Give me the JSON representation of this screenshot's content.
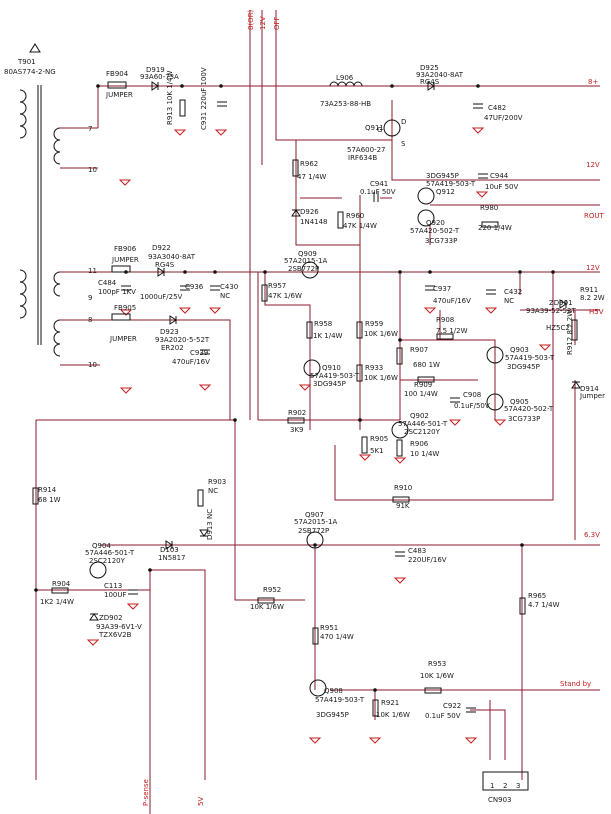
{
  "transformer": {
    "ref": "T901",
    "part": "80AS774-2-NG",
    "warning_symbol": "warning-triangle-icon",
    "pins": [
      "7",
      "10",
      "11",
      "9",
      "8",
      "10"
    ]
  },
  "rail_labels_top": [
    "8(OR)",
    "12V",
    "OFF"
  ],
  "rail_labels_right": [
    "8+",
    "12V",
    "ROUT",
    "12V",
    "H5V",
    "6.3V",
    "Stand by"
  ],
  "rail_labels_bottom": [
    "P-sense",
    "5V"
  ],
  "connector": {
    "ref": "CN903",
    "pins": [
      "1",
      "2",
      "3"
    ]
  },
  "components": [
    {
      "ref": "FB904",
      "value": "JUMPER"
    },
    {
      "ref": "D919",
      "value": "93A60-73A"
    },
    {
      "ref": "R913",
      "value": "10K 1/4W"
    },
    {
      "ref": "C931",
      "value": "220uF 100V"
    },
    {
      "ref": "L906",
      "value": "73A253-88-HB"
    },
    {
      "ref": "D925",
      "value": "93A2040-8AT",
      "note": "RG4S"
    },
    {
      "ref": "C482",
      "value": "47UF/200V"
    },
    {
      "ref": "Q911",
      "value": "57A600-27",
      "note": "IRF634B",
      "pins": [
        "G",
        "D",
        "S"
      ]
    },
    {
      "ref": "R962",
      "value": "47 1/4W"
    },
    {
      "ref": "C941",
      "value": "0.1uF 50V"
    },
    {
      "ref": "Q912",
      "value": "57A419-503-T",
      "note": "3DG945P"
    },
    {
      "ref": "C944",
      "value": "10uF 50V"
    },
    {
      "ref": "D926",
      "value": "1N4148"
    },
    {
      "ref": "R960",
      "value": "47K 1/4W"
    },
    {
      "ref": "Q920",
      "value": "57A420-502-T",
      "note": "3CG733P"
    },
    {
      "ref": "R980",
      "value": "220 1/4W"
    },
    {
      "ref": "FB906",
      "value": "JUMPER"
    },
    {
      "ref": "D922",
      "value": "93A3040-8AT",
      "note": "RG4S"
    },
    {
      "ref": "C484",
      "value": "100pF 1KV"
    },
    {
      "ref": "C936",
      "value": "1000uF/25V"
    },
    {
      "ref": "C430",
      "value": "NC"
    },
    {
      "ref": "Q909",
      "value": "57A2015-1A",
      "note": "2SB772P"
    },
    {
      "ref": "C937",
      "value": "470uF/16V"
    },
    {
      "ref": "C432",
      "value": "NC"
    },
    {
      "ref": "ZD901",
      "value": "93A39-52-52T",
      "note": "HZ5C2"
    },
    {
      "ref": "R911",
      "value": "8.2 2W"
    },
    {
      "ref": "R912",
      "value": "8.2 2W"
    },
    {
      "ref": "FB905",
      "value": "JUMPER"
    },
    {
      "ref": "D923",
      "value": "93A2020-5-52T",
      "note": "ER202"
    },
    {
      "ref": "C939",
      "value": "470uF/16V"
    },
    {
      "ref": "R957",
      "value": "47K 1/6W"
    },
    {
      "ref": "R958",
      "value": "1K 1/4W"
    },
    {
      "ref": "R959",
      "value": "10K 1/6W"
    },
    {
      "ref": "R908",
      "value": "7.5 1/2W"
    },
    {
      "ref": "Q903",
      "value": "57A419-503-T",
      "note": "3DG945P"
    },
    {
      "ref": "D914",
      "value": "Jumper"
    },
    {
      "ref": "R907",
      "value": "680 1W"
    },
    {
      "ref": "Q910",
      "value": "57A419-503-T",
      "note": "3DG945P"
    },
    {
      "ref": "R933",
      "value": "10K 1/6W"
    },
    {
      "ref": "R909",
      "value": "100 1/4W"
    },
    {
      "ref": "C908",
      "value": "0.1uF/50V"
    },
    {
      "ref": "Q905",
      "value": "57A420-502-T",
      "note": "3CG733P"
    },
    {
      "ref": "R902",
      "value": "3K9"
    },
    {
      "ref": "Q902",
      "value": "57A446-501-T",
      "note": "2SC2120Y"
    },
    {
      "ref": "R905",
      "value": "5K1"
    },
    {
      "ref": "R906",
      "value": "10 1/4W"
    },
    {
      "ref": "R914",
      "value": "68 1W"
    },
    {
      "ref": "R903",
      "value": "NC"
    },
    {
      "ref": "R910",
      "value": "91K"
    },
    {
      "ref": "Q907",
      "value": "57A2015-1A",
      "note": "2SB772P"
    },
    {
      "ref": "D913",
      "value": "NC"
    },
    {
      "ref": "C483",
      "value": "220UF/16V"
    },
    {
      "ref": "Q904",
      "value": "57A446-501-T",
      "note": "2SC2120Y"
    },
    {
      "ref": "D103",
      "value": "1N5817"
    },
    {
      "ref": "R904",
      "value": "1K2 1/4W"
    },
    {
      "ref": "C113",
      "value": "100UF"
    },
    {
      "ref": "ZD902",
      "value": "93A39-6V1-V",
      "note": "TZX6V2B"
    },
    {
      "ref": "R952",
      "value": "10K 1/6W"
    },
    {
      "ref": "R965",
      "value": "4.7 1/4W"
    },
    {
      "ref": "R951",
      "value": "470 1/4W"
    },
    {
      "ref": "R953",
      "value": "10K 1/6W"
    },
    {
      "ref": "Q908",
      "value": "57A419-503-T",
      "note": "3DG945P"
    },
    {
      "ref": "R921",
      "value": "10K 1/6W"
    },
    {
      "ref": "C922",
      "value": "0.1uF 50V"
    }
  ]
}
